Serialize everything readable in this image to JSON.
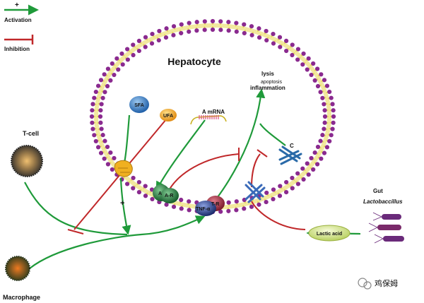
{
  "legend": {
    "plus": "+",
    "activation": "Activation",
    "inhibition": "Inhibition"
  },
  "labels": {
    "hepatocyte": "Hepatocyte",
    "sfa": "SFA",
    "ufa": "UFA",
    "a_mrna": "A mRNA",
    "lysis": "lysis",
    "apoptosis": "apoptosis",
    "inflammation": "inflammation",
    "c": "C",
    "tcell": "T-cell",
    "macrophage": "Macrophage",
    "a": "A",
    "ar": "A-R",
    "tnf": "TNF-α",
    "tr": "T-R",
    "plus_mid": "+",
    "gut": "Gut",
    "lactobacillus": "Lactobaccillus",
    "lactic_acid": "Lactic acid",
    "watermark": "鸡保姆"
  },
  "colors": {
    "activation": "#1f9a3a",
    "inhibition": "#c0282a",
    "membrane_head": "#8a2a8f",
    "membrane_tail": "#e8dc52",
    "sfa": "#2a72b8",
    "ufa": "#f0a020",
    "adipo_receptor": "#1f6a3a",
    "tnf": "#2a3a7a",
    "tr": "#8a2a3a",
    "lactic_acid": "#d8e890",
    "bacteria": "#6a2a7a"
  }
}
